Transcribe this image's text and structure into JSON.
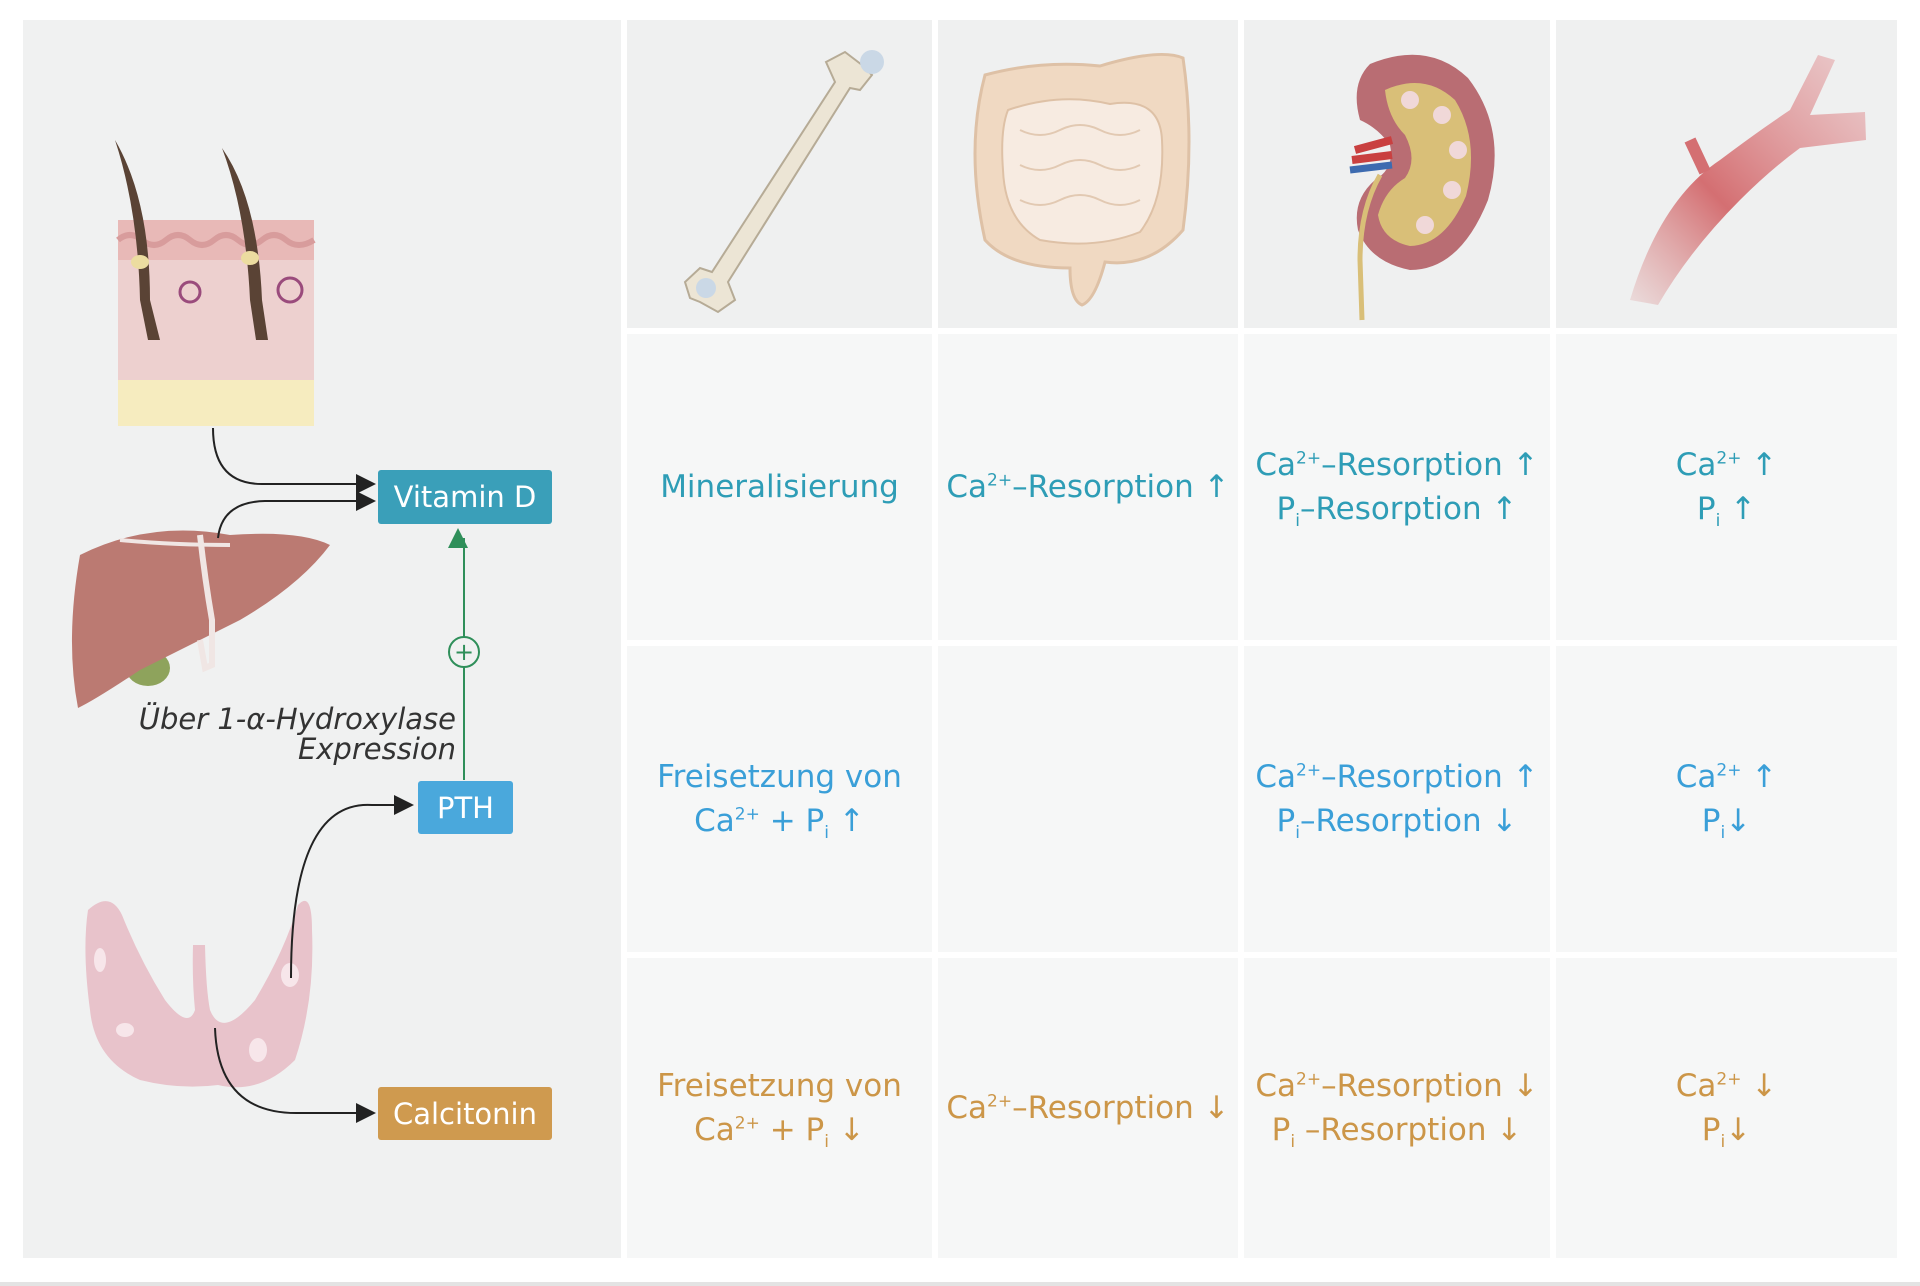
{
  "hormones": {
    "vitamin_d": "Vitamin D",
    "pth": "PTH",
    "calcitonin": "Calcitonin"
  },
  "pathway_label": {
    "line1": "Über 1-α-Hydroxylase",
    "line2": "Expression"
  },
  "plus_sign": "+",
  "columns": [
    "bone",
    "intestine",
    "kidney",
    "blood-vessel"
  ],
  "rows": {
    "vitamin_d": {
      "bone": {
        "l1": "Mineralisierung"
      },
      "intestine": {
        "l1_a": "Ca",
        "l1_sup": "2+",
        "l1_b": "–Resorption ↑"
      },
      "kidney": {
        "l1_a": "Ca",
        "l1_sup": "2+",
        "l1_b": "–Resorption ↑",
        "l2_a": "P",
        "l2_sub": "i",
        "l2_b": "–Resorption ↑"
      },
      "vessel": {
        "l1_a": "Ca",
        "l1_sup": "2+",
        "l1_b": " ↑",
        "l2_a": "P",
        "l2_sub": "i",
        "l2_b": " ↑"
      }
    },
    "pth": {
      "bone": {
        "l1": "Freisetzung von",
        "l2_a": "Ca",
        "l2_sup": "2+",
        "l2_b": " + P",
        "l2_sub": "i",
        "l2_c": " ↑"
      },
      "kidney": {
        "l1_a": "Ca",
        "l1_sup": "2+",
        "l1_b": "–Resorption ↑",
        "l2_a": "P",
        "l2_sub": "i",
        "l2_b": "–Resorption ↓"
      },
      "vessel": {
        "l1_a": "Ca",
        "l1_sup": "2+",
        "l1_b": " ↑",
        "l2_a": "P",
        "l2_sub": "i",
        "l2_b": "↓"
      }
    },
    "calcitonin": {
      "bone": {
        "l1": "Freisetzung von",
        "l2_a": "Ca",
        "l2_sup": "2+",
        "l2_b": " + P",
        "l2_sub": "i",
        "l2_c": " ↓"
      },
      "intestine": {
        "l1_a": "Ca",
        "l1_sup": "2+",
        "l1_b": "–Resorption ↓"
      },
      "kidney": {
        "l1_a": "Ca",
        "l1_sup": "2+",
        "l1_b": "–Resorption ↓",
        "l2_a": "P",
        "l2_sub": "i",
        "l2_b": " –Resorption ↓"
      },
      "vessel": {
        "l1_a": "Ca",
        "l1_sup": "2+",
        "l1_b": " ↓",
        "l2_a": "P",
        "l2_sub": "i",
        "l2_b": "↓"
      }
    }
  },
  "colors": {
    "vitamin_d": "#3a9fb9",
    "pth": "#4aa8dc",
    "calcitonin": "#cf9a4f",
    "arrow_green": "#2f8f5a"
  },
  "icons": [
    "skin-icon",
    "liver-icon",
    "thyroid-icon",
    "bone-icon",
    "intestine-icon",
    "kidney-icon",
    "blood-vessel-icon"
  ]
}
